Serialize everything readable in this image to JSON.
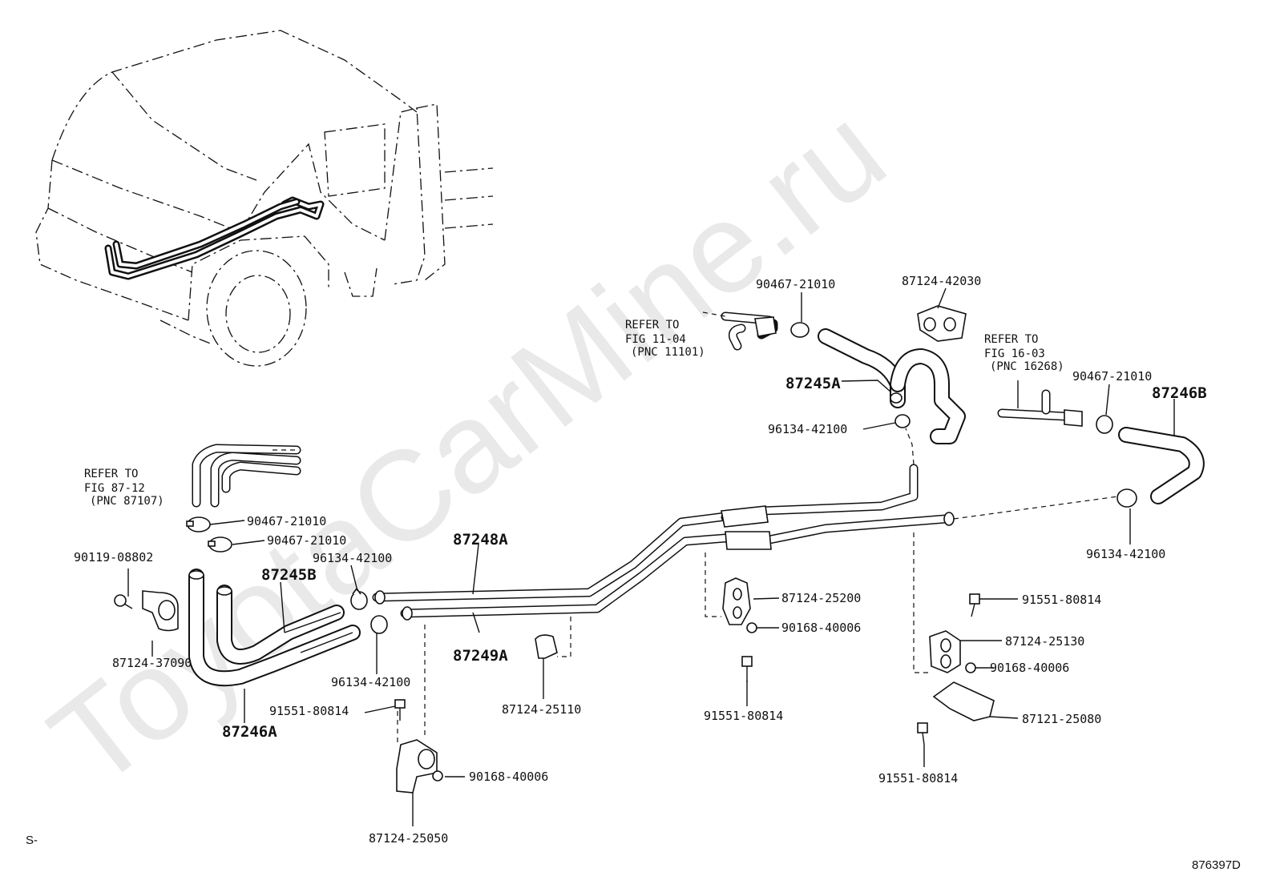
{
  "watermark": "ToyotaCarMine.ru",
  "corner_left": "S-",
  "corner_right": "876397D",
  "callouts": {
    "refer_11_04": [
      "REFER TO",
      "FIG 11-04",
      "(PNC 11101)"
    ],
    "refer_16_03": [
      "REFER TO",
      "FIG 16-03",
      "(PNC 16268)"
    ],
    "refer_87_12": [
      "REFER TO",
      "FIG 87-12",
      "(PNC 87107)"
    ]
  },
  "labels": {
    "p90467_top": "90467-21010",
    "p87124_42030": "87124-42030",
    "p87245A": "87245A",
    "p96134_top": "96134-42100",
    "p90467_right": "90467-21010",
    "p87246B": "87246B",
    "p96134_right": "96134-42100",
    "p90467_left1": "90467-21010",
    "p90467_left2": "90467-21010",
    "p90119": "90119-08802",
    "p96134_mid": "96134-42100",
    "p87248A": "87248A",
    "p87245B": "87245B",
    "p87124_37090": "87124-37090",
    "p96134_low": "96134-42100",
    "p87249A": "87249A",
    "p87246A": "87246A",
    "p91551_left": "91551-80814",
    "p87124_25110": "87124-25110",
    "p90168_left": "90168-40006",
    "p87124_25050": "87124-25050",
    "p87124_25200": "87124-25200",
    "p90168_mid": "90168-40006",
    "p91551_mid": "91551-80814",
    "p91551_r1": "91551-80814",
    "p87124_25130": "87124-25130",
    "p90168_r": "90168-40006",
    "p87121_25080": "87121-25080",
    "p91551_r2": "91551-80814"
  }
}
